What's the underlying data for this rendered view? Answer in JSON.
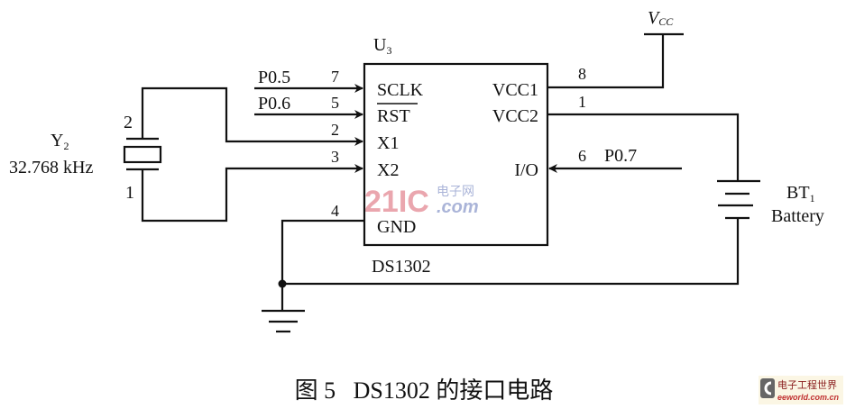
{
  "chip": {
    "ref": "U",
    "ref_sub": "3",
    "part": "DS1302",
    "left_pins": [
      {
        "name": "SCLK",
        "number": "7",
        "net": "P0.5"
      },
      {
        "name": "RST",
        "number": "5",
        "net": "P0.6",
        "overbar": true
      },
      {
        "name": "X1",
        "number": "2"
      },
      {
        "name": "X2",
        "number": "3"
      },
      {
        "name": "GND",
        "number": "4"
      }
    ],
    "right_pins": [
      {
        "name": "VCC1",
        "number": "8"
      },
      {
        "name": "VCC2",
        "number": "1"
      },
      {
        "name": "I/O",
        "number": "6",
        "net": "P0.7"
      }
    ]
  },
  "crystal": {
    "ref": "Y",
    "ref_sub": "2",
    "value": "32.768 kHz",
    "pin_top": "2",
    "pin_bottom": "1"
  },
  "supply": {
    "name": "V",
    "sub": "CC"
  },
  "battery": {
    "ref": "BT",
    "ref_sub": "1",
    "label": "Battery"
  },
  "caption": "图 5   DS1302 的接口电路",
  "watermarks": [
    "21IC",
    "电子网",
    ".com",
    "电子工程世界",
    "eeworld.com.cn"
  ],
  "colors": {
    "line": "#111111",
    "watermark_red": "#e8a0a8",
    "watermark_blue": "#a8b4d8"
  }
}
